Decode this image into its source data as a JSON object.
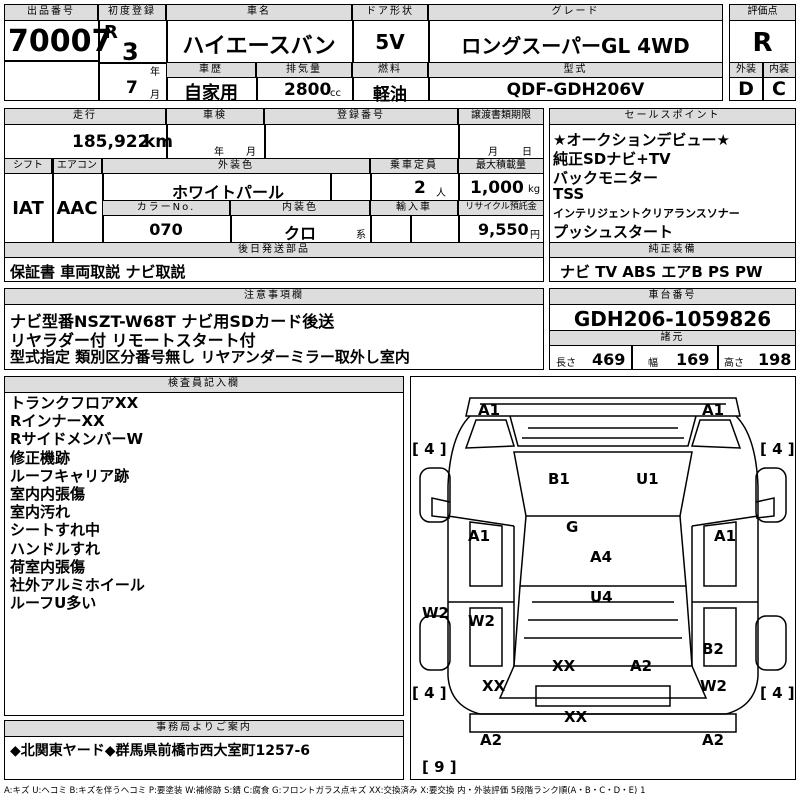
{
  "header": {
    "lot_label": "出品番号",
    "lot_no": "70007",
    "first_reg_label": "初度登録",
    "era": "R",
    "year": "3",
    "year_unit": "年",
    "month": "7",
    "month_unit": "月",
    "car_name_label": "車名",
    "car_name": "ハイエースバン",
    "door_label": "ドア形状",
    "door": "5V",
    "grade_label": "グレード",
    "grade": "ロングスーパーGL 4WD",
    "score_label": "評価点",
    "score": "R",
    "history_label": "車歴",
    "history": "自家用",
    "disp_label": "排気量",
    "disp": "2800",
    "disp_unit": "cc",
    "fuel_label": "燃料",
    "fuel": "軽油",
    "model_label": "型式",
    "model": "QDF-GDH206V",
    "ext_score_label": "外装",
    "ext_score": "D",
    "int_score_label": "内装",
    "int_score": "C"
  },
  "row2": {
    "mileage_label": "走行",
    "mileage": "185,922",
    "mileage_unit": "km",
    "inspection_label": "車検",
    "year_unit": "年",
    "month_unit": "月",
    "regno_label": "登録番号",
    "transfer_label": "譲渡書類期限",
    "transfer_month": "月",
    "transfer_day": "日",
    "shift_label": "シフト",
    "shift": "IAT",
    "ac_label": "エアコン",
    "ac": "AAC",
    "ext_color_label": "外装色",
    "ext_color": "ホワイトパール",
    "capacity_label": "乗車定員",
    "capacity": "2",
    "capacity_unit": "人",
    "maxload_label": "最大積載量",
    "maxload": "1,000",
    "maxload_unit": "kg",
    "colorno_label": "カラーNo.",
    "colorno": "070",
    "int_color_label": "内装色",
    "int_color": "クロ",
    "int_color_unit": "系",
    "import_label": "輸入車",
    "recycle_label": "リサイクル預託金",
    "recycle": "9,550",
    "recycle_unit": "円",
    "later_parts_label": "後日発送部品",
    "later_parts": "保証書 車両取説 ナビ取説"
  },
  "sales_points": {
    "label": "セールスポイント",
    "items": [
      "★オークションデビュー★",
      "純正SDナビ+TV",
      "バックモニター",
      "TSS",
      "インテリジェントクリアランスソナー",
      "プッシュスタート"
    ]
  },
  "equipment": {
    "label": "純正装備",
    "value": "ナビ TV ABS エアB PS PW"
  },
  "notes": {
    "label": "注意事項欄",
    "lines": [
      "ナビ型番NSZT-W68T ナビ用SDカード後送",
      "リヤラダー付 リモートスタート付",
      "型式指定 類別区分番号無し リヤアンダーミラー取外し室内"
    ]
  },
  "chassis": {
    "label": "車台番号",
    "value": "GDH206-1059826",
    "spec_label": "諸元",
    "length_label": "長さ",
    "length": "469",
    "width_label": "幅",
    "width": "169",
    "height_label": "高さ",
    "height": "198"
  },
  "inspector": {
    "label": "検査員記入欄",
    "lines": [
      "トランクフロアXX",
      "RインナーXX",
      "RサイドメンバーW",
      "修正機跡",
      "ルーフキャリア跡",
      "室内内張傷",
      "室内汚れ",
      "シートすれ中",
      "ハンドルすれ",
      "荷室内張傷",
      "社外アルミホイール",
      "ルーフU多い"
    ]
  },
  "diagram": {
    "tire_fl": "4",
    "tire_fr": "4",
    "tire_rl": "4",
    "tire_rr": "4",
    "spare": "9",
    "marks": {
      "a1_tl": "A1",
      "a1_tr": "A1",
      "b1": "B1",
      "u1": "U1",
      "g": "G",
      "a1_ml": "A1",
      "a1_mr": "A1",
      "a4": "A4",
      "u4": "U4",
      "w2_l": "W2",
      "w2_il": "W2",
      "b2": "B2",
      "xx_c": "XX",
      "a2_c": "A2",
      "xx_l": "XX",
      "w2_r": "W2",
      "xx_b": "XX",
      "a2_bl": "A2",
      "a2_br": "A2"
    }
  },
  "office": {
    "label": "事務局よりご案内",
    "value": "◆北関東ヤード◆群馬県前橋市西大室町1257-6"
  },
  "legend": "A:キズ U:ヘコミ B:キズを伴うヘコミ P:要塗装 W:補修跡 S:錆 C:腐食 G:フロントガラス点キズ XX:交換済み X:要交換 内・外装評価 5段階ランク順(A・B・C・D・E) 1"
}
